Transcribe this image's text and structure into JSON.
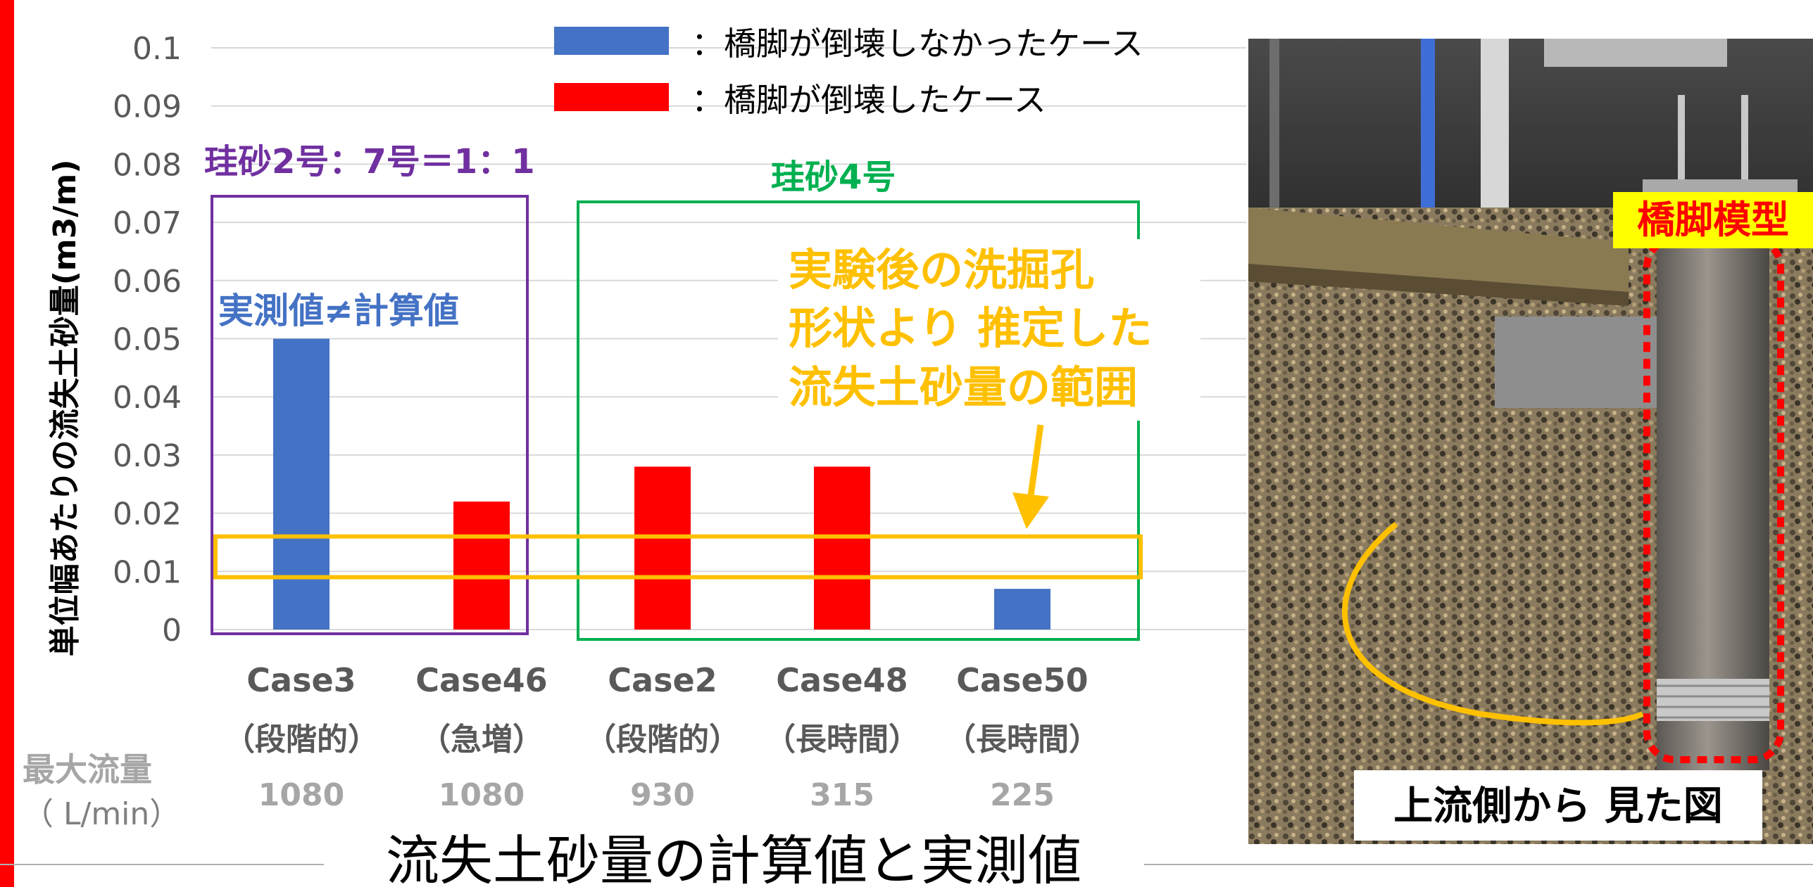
{
  "chart_data": {
    "type": "bar",
    "categories": [
      "Case3",
      "Case46",
      "Case2",
      "Case48",
      "Case50"
    ],
    "category_notes": [
      "（段階的）",
      "（急増）",
      "（段階的）",
      "（長時間）",
      "（長時間）"
    ],
    "values": [
      0.05,
      0.022,
      0.028,
      0.028,
      0.007
    ],
    "bar_status": [
      "not_collapsed",
      "collapsed",
      "collapsed",
      "collapsed",
      "not_collapsed"
    ],
    "ylabel": "単位幅あたりの流失土砂量(m3/m)",
    "ylim": [
      0,
      0.1
    ],
    "yticks": [
      "0",
      "0.01",
      "0.02",
      "0.03",
      "0.04",
      "0.05",
      "0.06",
      "0.07",
      "0.08",
      "0.09",
      "0.1"
    ],
    "grid": true,
    "legend": [
      {
        "label": "：橋脚が倒壊しなかったケース",
        "color": "#4472c4"
      },
      {
        "label": "：橋脚が倒壊したケース",
        "color": "#ff0000"
      }
    ],
    "estimated_range": [
      0.009,
      0.016
    ],
    "max_flow": {
      "label_line1": "最大流量",
      "label_line2": "（ L/min）",
      "values": [
        "1080",
        "1080",
        "930",
        "315",
        "225"
      ]
    },
    "groups": [
      {
        "label": "珪砂2号：7号＝1：1",
        "color": "#7030a0"
      },
      {
        "label": "珪砂4号",
        "color": "#00b050"
      }
    ],
    "annotations": {
      "mismatch": "実測値≠計算値",
      "range_lines": [
        "実験後の洗掘孔",
        "形状より 推定した",
        "流失土砂量の範囲"
      ]
    },
    "title": "流失土砂量の計算値と実測値"
  },
  "photo": {
    "tag": "橋脚模型",
    "caption": "上流側から 見た図"
  },
  "colors": {
    "not_collapsed": "#4472c4",
    "collapsed": "#ff0000",
    "group1": "#7030a0",
    "group2": "#00b050",
    "highlight": "#ffc000",
    "gray_text": "#7f7f7f",
    "grid": "#d9d9d9"
  }
}
